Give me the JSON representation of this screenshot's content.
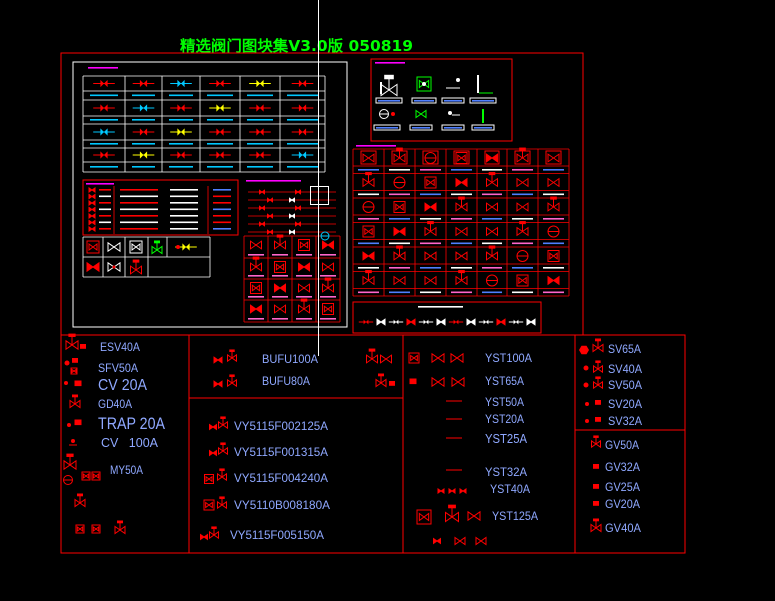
{
  "title": "精选阀门图块集V3.0版 050819",
  "colors": {
    "background": "#000000",
    "frame": "#ff0000",
    "title": "#00ff00",
    "label": "#8fa8ff",
    "cursor": "#ffffff"
  },
  "labels": {
    "esv_column": [
      "ESV40A",
      "SFV50A",
      "CV 20A",
      "GD40A",
      "TRAP 20A",
      "CV   100A",
      "MY50A"
    ],
    "bufu": [
      "BUFU100A",
      "BUFU80A"
    ],
    "vy": [
      "VY5115F002125A",
      "VY5115F001315A",
      "VY5115F004240A",
      "VY5110B008180A",
      "VY5115F005150A"
    ],
    "yst": [
      "YST100A",
      "YST65A",
      "YST50A",
      "YST20A",
      "YST25A",
      "YST32A",
      "YST40A",
      "YST125A"
    ],
    "sv": [
      "SV65A",
      "SV40A",
      "SV50A",
      "SV20A",
      "SV32A"
    ],
    "gv": [
      "GV50A",
      "GV32A",
      "GV25A",
      "GV20A",
      "GV40A"
    ]
  }
}
